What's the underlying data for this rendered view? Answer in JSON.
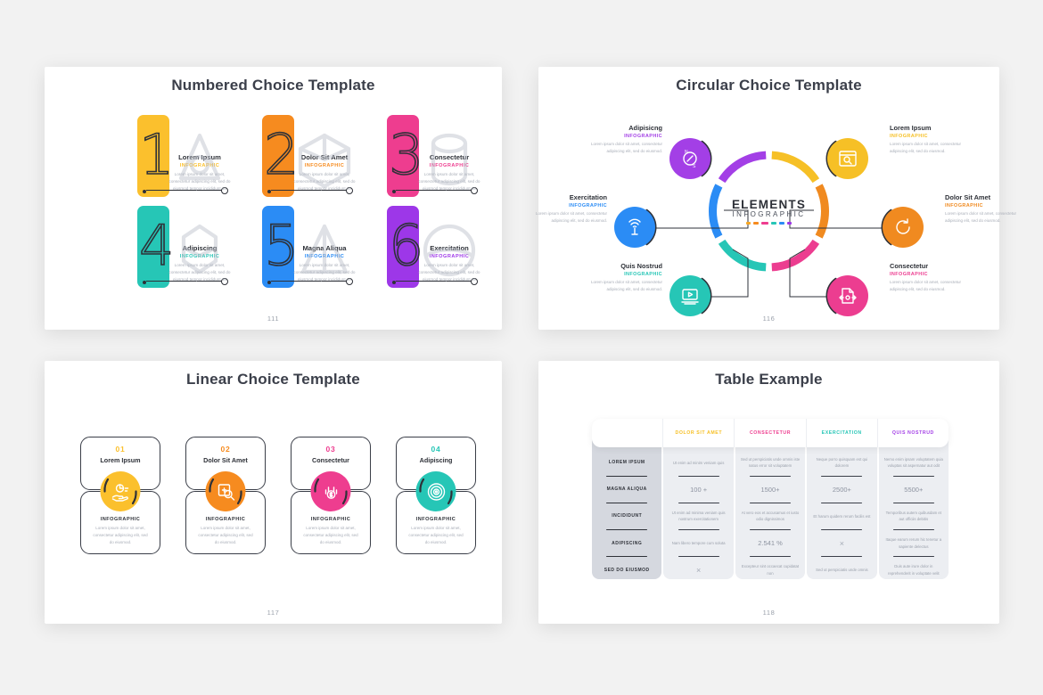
{
  "slides": {
    "numbered": {
      "title": "Numbered Choice Template",
      "page": "111",
      "items": [
        {
          "digit": "1",
          "color": "#fbc02d",
          "heading": "Lorem Ipsum",
          "sub": "INFOGRAPHIC",
          "sub_color": "#fbc02d",
          "body": "Lorem ipsum dolor sit amet, consectetur adipiscing elit, sed do eiusmod tempor incididunt ut.",
          "icon": "droplet-icon"
        },
        {
          "digit": "2",
          "color": "#f68b1f",
          "heading": "Dolor Sit Amet",
          "sub": "INFOGRAPHIC",
          "sub_color": "#f68b1f",
          "body": "Lorem ipsum dolor sit amet, consectetur adipiscing elit, sed do eiusmod tempor incididunt ut.",
          "icon": "cube-icon"
        },
        {
          "digit": "3",
          "color": "#ee3d8f",
          "heading": "Consectetur",
          "sub": "INFOGRAPHIC",
          "sub_color": "#ee3d8f",
          "body": "Lorem ipsum dolor sit amet, consectetur adipiscing elit, sed do eiusmod tempor incididunt ut.",
          "icon": "cylinder-icon"
        },
        {
          "digit": "4",
          "color": "#26c6b6",
          "heading": "Adipiscing",
          "sub": "INFOGRAPHIC",
          "sub_color": "#26c6b6",
          "body": "Lorem ipsum dolor sit amet, consectetur adipiscing elit, sed do eiusmod tempor incididunt ut.",
          "icon": "hexagon-icon"
        },
        {
          "digit": "5",
          "color": "#2b8cf5",
          "heading": "Magna Aliqua",
          "sub": "INFOGRAPHIC",
          "sub_color": "#2b8cf5",
          "body": "Lorem ipsum dolor sit amet, consectetur adipiscing elit, sed do eiusmod tempor incididunt ut.",
          "icon": "cone-icon"
        },
        {
          "digit": "6",
          "color": "#9d37e8",
          "heading": "Exercitation",
          "sub": "INFOGRAPHIC",
          "sub_color": "#9d37e8",
          "body": "Lorem ipsum dolor sit amet, consectetur adipiscing elit, sed do eiusmod tempor incididunt ut.",
          "icon": "sphere-icon"
        }
      ]
    },
    "circular": {
      "title": "Circular Choice Template",
      "page": "116",
      "center": {
        "line1": "ELEMENTS",
        "line2": "INFOGRAPHIC"
      },
      "center_dash_colors": [
        "#f6a623",
        "#f68b1f",
        "#ee3d8f",
        "#26c6b6",
        "#2b8cf5",
        "#9d37e8"
      ],
      "ring_colors": [
        "#f6c026",
        "#f08a20",
        "#ec3d90",
        "#26c6b6",
        "#2b8cf5",
        "#a33fe6"
      ],
      "nodes": [
        {
          "side": "left",
          "heading": "Adipisicng",
          "sub": "INFOGRAPHIC",
          "color": "#a33fe6",
          "body": "Lorem ipsum dolor sit amet, consectetur adipiscing elit, sed do eiusmod.",
          "icon": "compass-icon"
        },
        {
          "side": "left",
          "heading": "Exercitation",
          "sub": "INFOGRAPHIC",
          "color": "#2b8cf5",
          "body": "Lorem ipsum dolor sit amet, consectetur adipiscing elit, sed do eiusmod.",
          "icon": "antenna-icon"
        },
        {
          "side": "left",
          "heading": "Quis Nostrud",
          "sub": "INFOGRAPHIC",
          "color": "#26c6b6",
          "body": "Lorem ipsum dolor sit amet, consectetur adipiscing elit, sed do eiusmod.",
          "icon": "video-play-icon"
        },
        {
          "side": "right",
          "heading": "Lorem Ipsum",
          "sub": "INFOGRAPHIC",
          "color": "#f6c026",
          "body": "Lorem ipsum dolor sit amet, consectetur adipiscing elit, sed do eiusmod.",
          "icon": "browser-search-icon"
        },
        {
          "side": "right",
          "heading": "Dolor Sit Amet",
          "sub": "INFOGRAPHIC",
          "color": "#f08a20",
          "body": "Lorem ipsum dolor sit amet, consectetur adipiscing elit, sed do eiusmod.",
          "icon": "refresh-icon"
        },
        {
          "side": "right",
          "heading": "Consectetur",
          "sub": "INFOGRAPHIC",
          "color": "#ec3d90",
          "body": "Lorem ipsum dolor sit amet, consectetur adipiscing elit, sed do eiusmod.",
          "icon": "transfer-file-icon"
        }
      ]
    },
    "linear": {
      "title": "Linear Choice Template",
      "page": "117",
      "cards": [
        {
          "num": "01",
          "heading": "Lorem Ipsum",
          "color": "#fbc02d",
          "sub": "INFOGRAPHIC",
          "body": "Lorem ipsum dolor sit amet, consectetur adipiscing elit, sed do eiusmod.",
          "icon": "hand-chart-icon"
        },
        {
          "num": "02",
          "heading": "Dolor Sit Amet",
          "color": "#f68b1f",
          "sub": "INFOGRAPHIC",
          "body": "Lorem ipsum dolor sit amet, consectetur adipiscing elit, sed do eiusmod.",
          "icon": "search-box-icon"
        },
        {
          "num": "03",
          "heading": "Consectetur",
          "color": "#ee3d8f",
          "sub": "INFOGRAPHIC",
          "body": "Lorem ipsum dolor sit amet, consectetur adipiscing elit, sed do eiusmod.",
          "icon": "money-chart-icon"
        },
        {
          "num": "04",
          "heading": "Adipiscing",
          "color": "#26c6b6",
          "sub": "INFOGRAPHIC",
          "body": "Lorem ipsum dolor sit amet, consectetur adipiscing elit, sed do eiusmod.",
          "icon": "fingerprint-icon"
        }
      ]
    },
    "table": {
      "title": "Table Example",
      "page": "118",
      "columns": [
        {
          "label": "DOLOR SIT AMET",
          "color": "#f6c026"
        },
        {
          "label": "CONSECTETUR",
          "color": "#ee3d8f"
        },
        {
          "label": "EXERCITATION",
          "color": "#26c6b6"
        },
        {
          "label": "QUIS NOSTRUD",
          "color": "#a33fe6"
        }
      ],
      "rows": [
        {
          "label": "LOREM IPSUM",
          "cells": [
            "Ut enim ad minim veniam quis",
            "Sed ut perspiciatis unde omnis iste natus error sit voluptatem",
            "Neque porro quisquam est qui dolorem",
            "Nemo enim ipsam voluptatem quia voluptas sit aspernatur aut odit"
          ]
        },
        {
          "label": "MAGNA ALIQUA",
          "cells": [
            "100 +",
            "1500+",
            "2500+",
            "5500+"
          ]
        },
        {
          "label": "INCIDIDUNT",
          "cells": [
            "Ut enim ad minima veniam quis nostrum exercitationem",
            "At vero eos et accusamus et iusto odio dignissimos",
            "Et harum quidem rerum facilis est",
            "Temporibus autem quibusdam et aut officiis debitis"
          ]
        },
        {
          "label": "ADIPISCING",
          "cells": [
            "Nam libero tempore cum soluta",
            "2.541 %",
            "×",
            "Itaque earum rerum hic tenetur a sapiente delectus"
          ]
        },
        {
          "label": "SED DO EIUSMOD",
          "cells": [
            "×",
            "Excepteur sint occaecat cupidatat non",
            "Sed ut perspiciatis unde omnis",
            "Duis aute irure dolor in reprehenderit in voluptate velit"
          ]
        }
      ]
    }
  }
}
